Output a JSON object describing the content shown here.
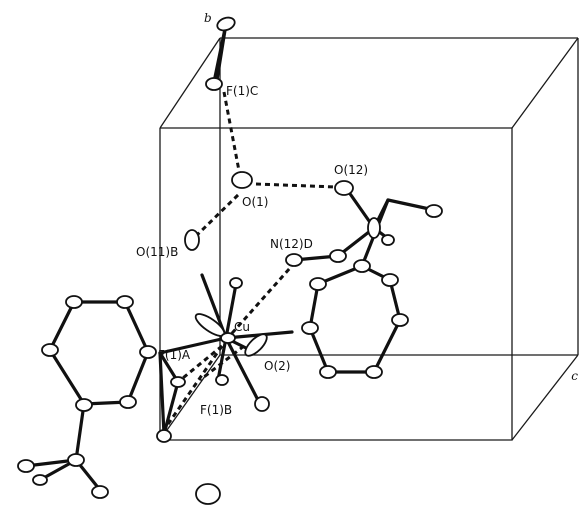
{
  "axes": {
    "b": "b",
    "c": "c"
  },
  "labels": {
    "f1c": "F(1)C",
    "o1": "O(1)",
    "o12": "O(12)",
    "o11b": "O(11)B",
    "n12d": "N(12)D",
    "cu": "Cu",
    "f1a": "F(1)A",
    "o2": "O(2)",
    "f1b": "F(1)B"
  }
}
